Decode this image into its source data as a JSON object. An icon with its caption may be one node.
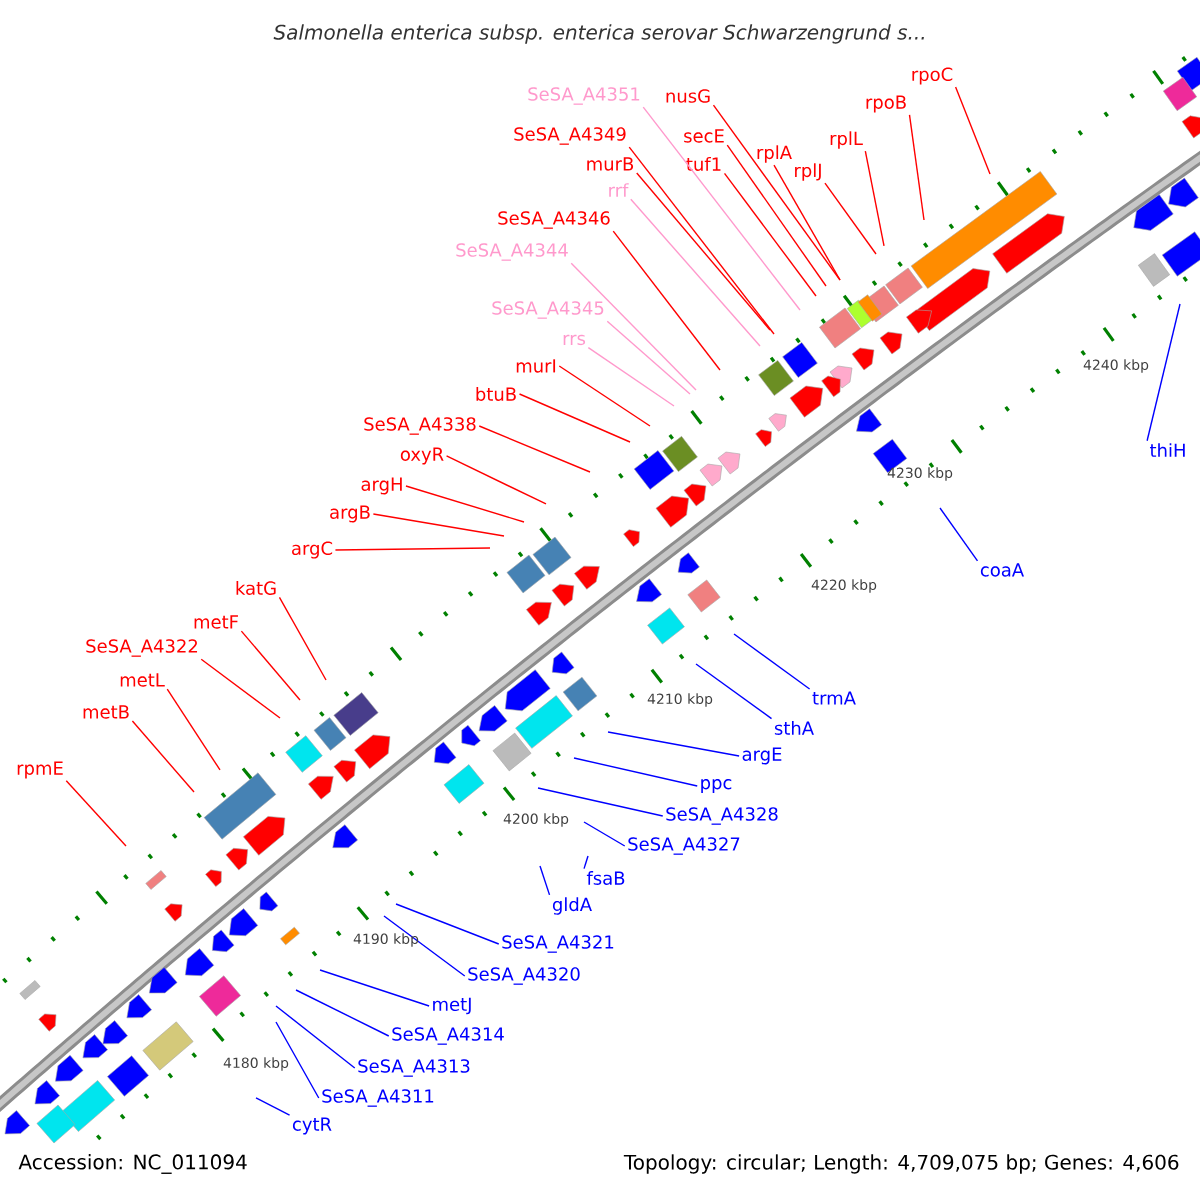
{
  "diagram": {
    "title": "Salmonella enterica subsp. enterica serovar Schwarzengrund s...",
    "nodes": [
      {
        "text": [
          "rpoC"
        ]
      },
      {
        "text": [
          "SeSA_A4351"
        ]
      },
      {
        "text": [
          "nusG"
        ]
      },
      {
        "text": [
          "rpoB"
        ]
      },
      {
        "text": [
          "SeSA_A4349"
        ]
      },
      {
        "text": [
          "secE"
        ]
      },
      {
        "text": [
          "rplA"
        ]
      },
      {
        "text": [
          "rplL"
        ]
      },
      {
        "text": [
          "murB"
        ]
      },
      {
        "text": [
          "tuf1"
        ]
      },
      {
        "text": [
          "rplJ"
        ]
      },
      {
        "text": [
          "rrf"
        ]
      },
      {
        "text": [
          "SeSA_A4346"
        ]
      },
      {
        "text": [
          "SeSA_A4344"
        ]
      },
      {
        "text": [
          "SeSA_A4345"
        ]
      },
      {
        "text": [
          "rrs"
        ]
      },
      {
        "text": [
          "murI"
        ]
      },
      {
        "text": [
          "btuB"
        ]
      },
      {
        "text": [
          "SeSA_A4338"
        ]
      },
      {
        "text": [
          "oxyR"
        ]
      },
      {
        "text": [
          "argH"
        ]
      },
      {
        "text": [
          "argB"
        ]
      },
      {
        "text": [
          "argC"
        ]
      },
      {
        "text": [
          "katG"
        ]
      },
      {
        "text": [
          "metF"
        ]
      },
      {
        "text": [
          "SeSA_A4322"
        ]
      },
      {
        "text": [
          "metL"
        ]
      },
      {
        "text": [
          "metB"
        ]
      },
      {
        "text": [
          "rpmE"
        ]
      },
      {
        "text": [
          "thiH"
        ]
      },
      {
        "text": [
          "coaA"
        ]
      },
      {
        "text": [
          "trmA"
        ]
      },
      {
        "text": [
          "sthA"
        ]
      },
      {
        "text": [
          "argE"
        ]
      },
      {
        "text": [
          "ppc"
        ]
      },
      {
        "text": [
          "SeSA_A4328"
        ]
      },
      {
        "text": [
          "SeSA_A4327"
        ]
      },
      {
        "text": [
          "fsaB"
        ]
      },
      {
        "text": [
          "gldA"
        ]
      },
      {
        "text": [
          "SeSA_A4321"
        ]
      },
      {
        "text": [
          "SeSA_A4320"
        ]
      },
      {
        "text": [
          "metJ"
        ]
      },
      {
        "text": [
          "SeSA_A4314"
        ]
      },
      {
        "text": [
          "SeSA_A4313"
        ]
      },
      {
        "text": [
          "SeSA_A4311"
        ]
      },
      {
        "text": [
          "cytR"
        ]
      }
    ],
    "edges": [
      {
        "from": 0,
        "to": null,
        "arrow": "none"
      },
      {
        "from": 1,
        "to": null,
        "arrow": "none",
        "color": "#ff99cc"
      },
      {
        "from": 2,
        "to": null,
        "arrow": "none"
      },
      {
        "from": 3,
        "to": null,
        "arrow": "none"
      },
      {
        "from": 4,
        "to": null,
        "arrow": "none"
      },
      {
        "from": 5,
        "to": null,
        "arrow": "none"
      },
      {
        "from": 6,
        "to": null,
        "arrow": "none"
      },
      {
        "from": 7,
        "to": null,
        "arrow": "none"
      },
      {
        "from": 8,
        "to": null,
        "arrow": "none"
      },
      {
        "from": 9,
        "to": null,
        "arrow": "none"
      },
      {
        "from": 10,
        "to": null,
        "arrow": "none"
      },
      {
        "from": 11,
        "to": null,
        "arrow": "none",
        "color": "#ff99cc"
      },
      {
        "from": 12,
        "to": null,
        "arrow": "none"
      },
      {
        "from": 13,
        "to": null,
        "arrow": "none",
        "color": "#ff99cc"
      },
      {
        "from": 14,
        "to": null,
        "arrow": "none",
        "color": "#ff99cc"
      },
      {
        "from": 15,
        "to": null,
        "arrow": "none",
        "color": "#ff99cc"
      },
      {
        "from": 16,
        "to": null,
        "arrow": "none"
      },
      {
        "from": 17,
        "to": null,
        "arrow": "none"
      },
      {
        "from": 18,
        "to": null,
        "arrow": "none"
      },
      {
        "from": 19,
        "to": null,
        "arrow": "none"
      },
      {
        "from": 20,
        "to": null,
        "arrow": "none"
      },
      {
        "from": 21,
        "to": null,
        "arrow": "none"
      },
      {
        "from": 22,
        "to": null,
        "arrow": "none"
      },
      {
        "from": 23,
        "to": null,
        "arrow": "none"
      },
      {
        "from": 24,
        "to": null,
        "arrow": "none"
      },
      {
        "from": 25,
        "to": null,
        "arrow": "none"
      },
      {
        "from": 26,
        "to": null,
        "arrow": "none"
      },
      {
        "from": 27,
        "to": null,
        "arrow": "none"
      },
      {
        "from": 28,
        "to": null,
        "arrow": "none"
      },
      {
        "from": 29,
        "to": null,
        "arrow": "none",
        "color": "#0000ff"
      },
      {
        "from": 30,
        "to": null,
        "arrow": "none",
        "color": "#0000ff"
      },
      {
        "from": 31,
        "to": null,
        "arrow": "none",
        "color": "#0000ff"
      },
      {
        "from": 32,
        "to": null,
        "arrow": "none",
        "color": "#0000ff"
      },
      {
        "from": 33,
        "to": null,
        "arrow": "none",
        "color": "#0000ff"
      },
      {
        "from": 34,
        "to": null,
        "arrow": "none",
        "color": "#0000ff"
      },
      {
        "from": 35,
        "to": null,
        "arrow": "none",
        "color": "#0000ff"
      },
      {
        "from": 36,
        "to": null,
        "arrow": "none",
        "color": "#0000ff"
      },
      {
        "from": 37,
        "to": null,
        "arrow": "none",
        "color": "#0000ff"
      },
      {
        "from": 38,
        "to": null,
        "arrow": "none",
        "color": "#0000ff"
      },
      {
        "from": 39,
        "to": null,
        "arrow": "none",
        "color": "#0000ff"
      },
      {
        "from": 40,
        "to": null,
        "arrow": "none",
        "color": "#0000ff"
      },
      {
        "from": 41,
        "to": null,
        "arrow": "none",
        "color": "#0000ff"
      },
      {
        "from": 42,
        "to": null,
        "arrow": "none",
        "color": "#0000ff"
      },
      {
        "from": 43,
        "to": null,
        "arrow": "none",
        "color": "#0000ff"
      },
      {
        "from": 44,
        "to": null,
        "arrow": "none",
        "color": "#0000ff"
      },
      {
        "from": 45,
        "to": null,
        "arrow": "none",
        "color": "#0000ff"
      }
    ],
    "labels": [
      "4240 kbp",
      "4230 kbp",
      "4220 kbp",
      "4210 kbp",
      "4200 kbp",
      "4190 kbp",
      "4180 kbp",
      "Accession: NC_011094",
      "Topology: circular; Length: 4,709,075 bp; Genes: 4,606"
    ]
  }
}
